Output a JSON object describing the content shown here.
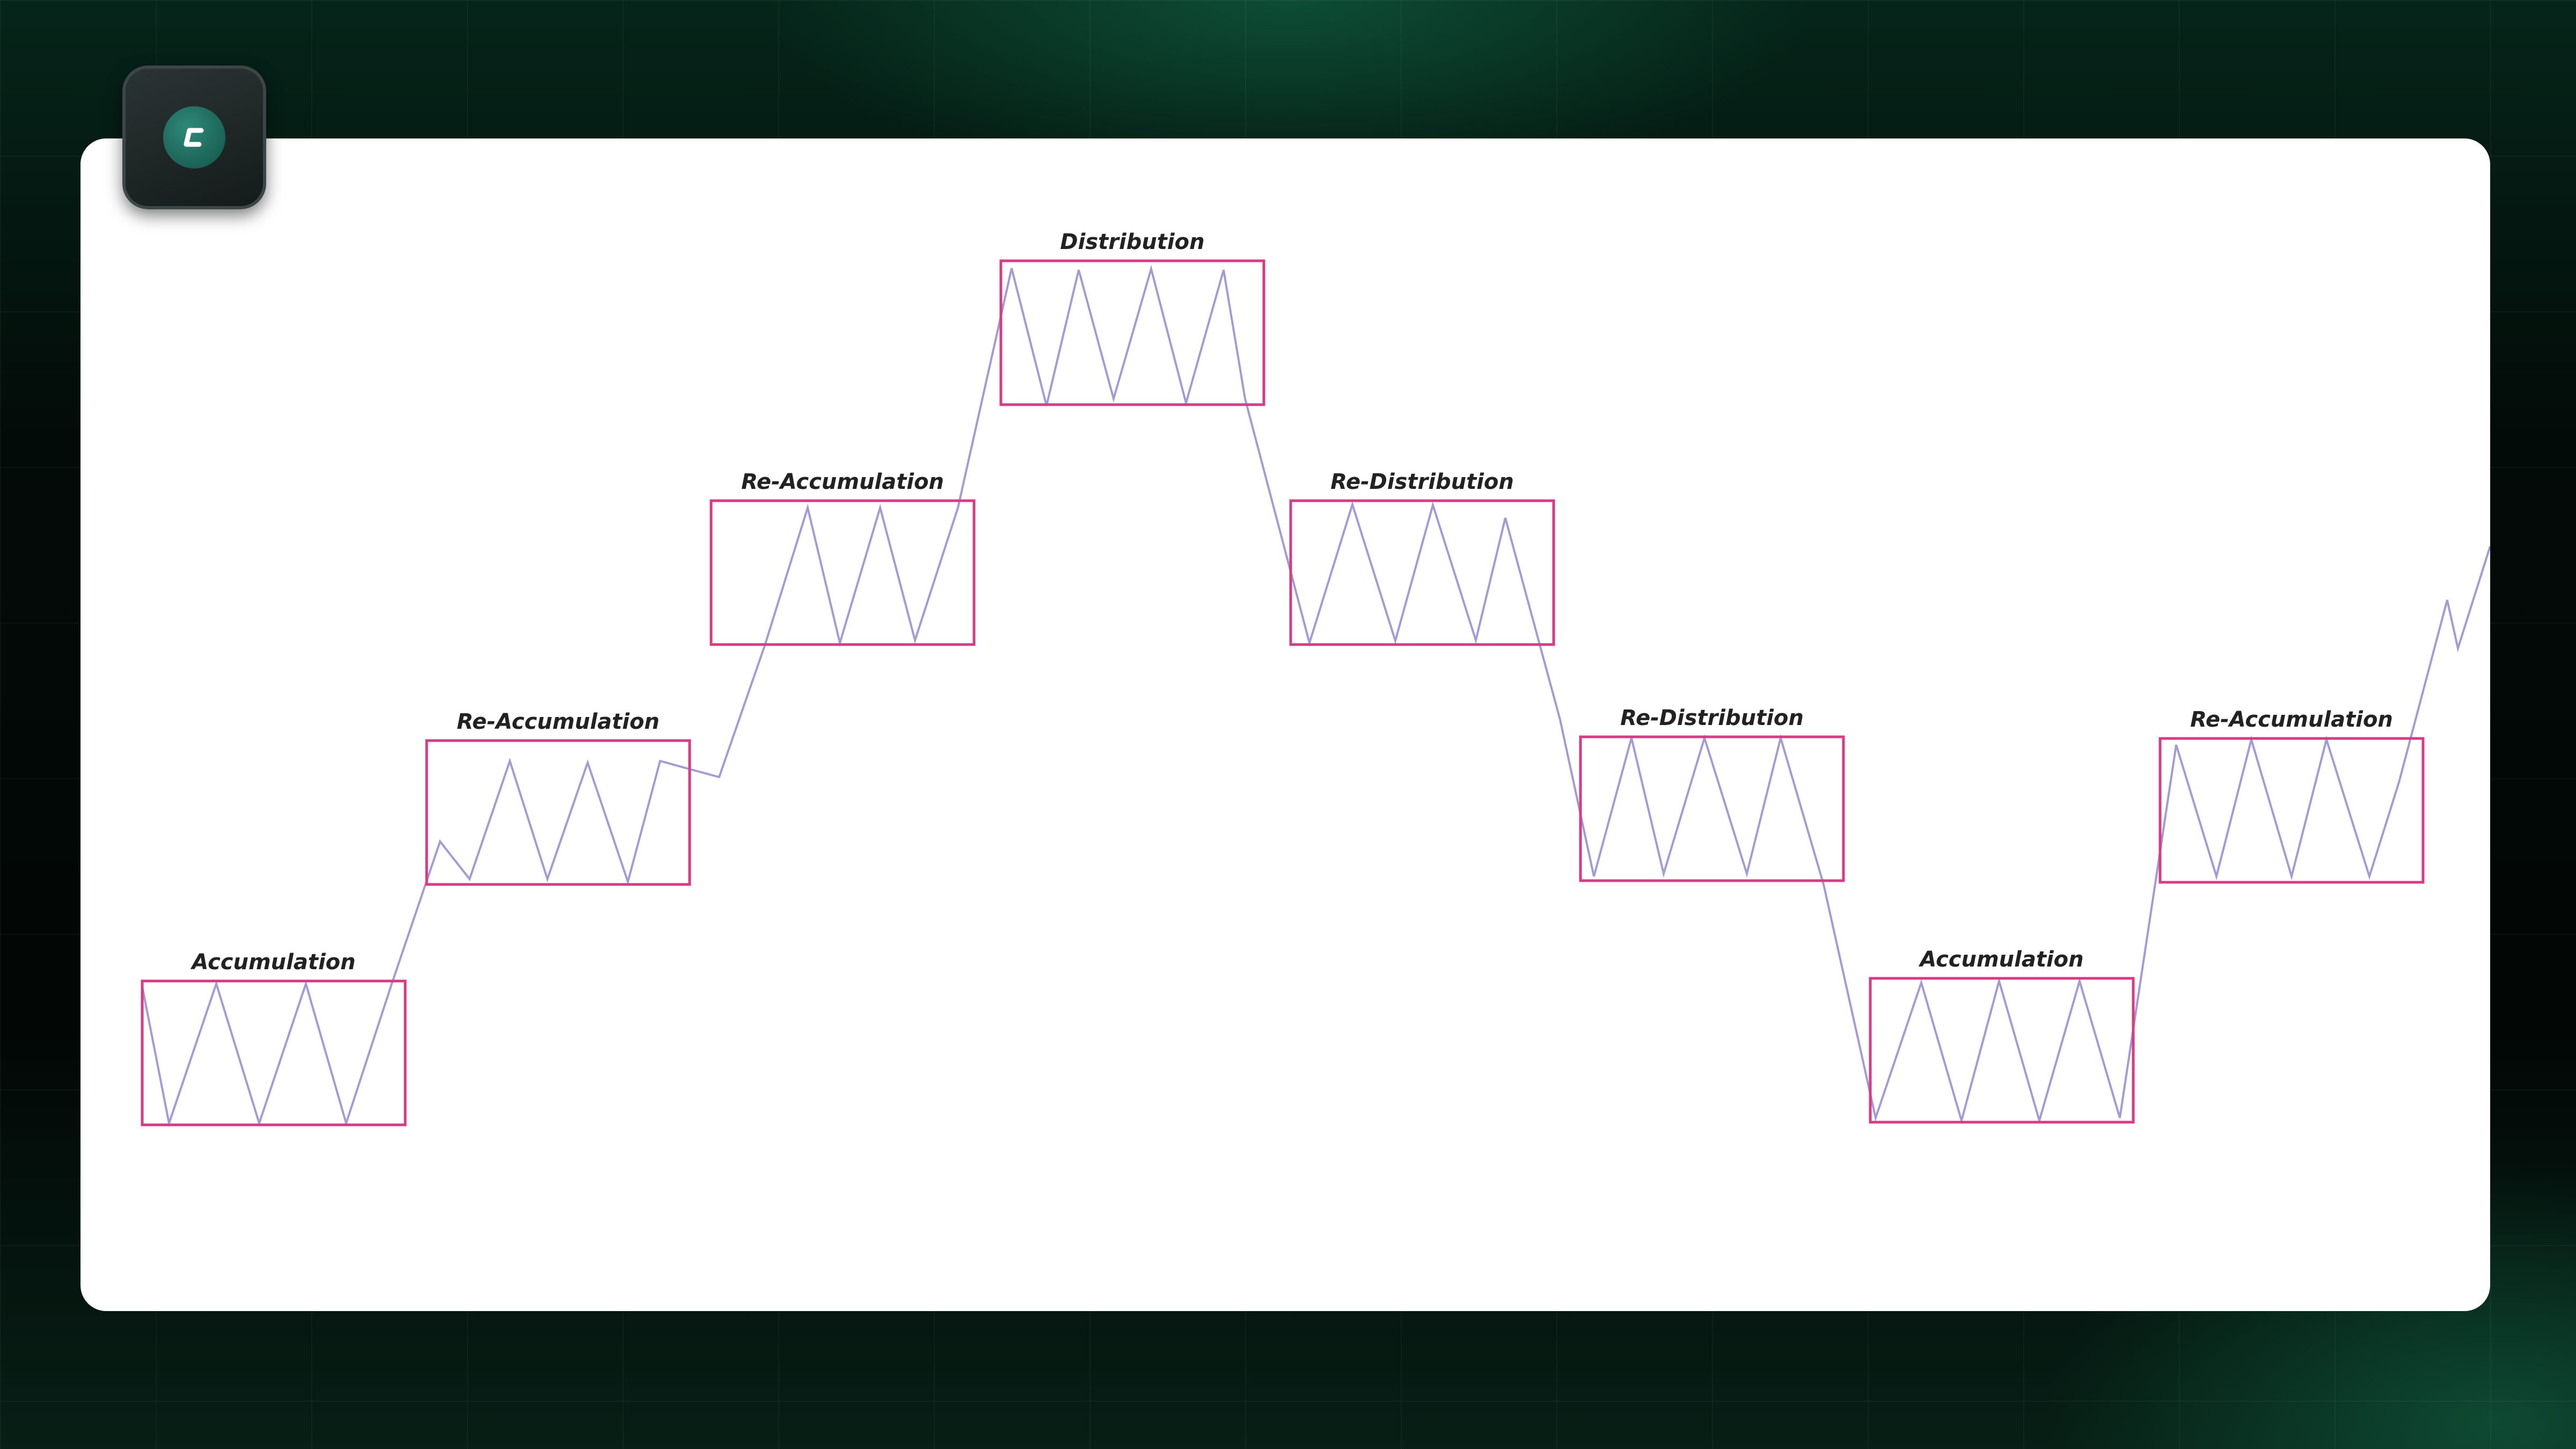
{
  "app_icon": {
    "icon": "brand-logo-icon",
    "accent": "#1e6e61"
  },
  "colors": {
    "box_stroke": "#d63c84",
    "price_line": "#a49bd6",
    "label_text": "#222222",
    "card": "#ffffff"
  },
  "diagram": {
    "phases": [
      {
        "label": "Accumulation"
      },
      {
        "label": "Re-Accumulation"
      },
      {
        "label": "Re-Accumulation"
      },
      {
        "label": "Distribution"
      },
      {
        "label": "Re-Distribution"
      },
      {
        "label": "Re-Distribution"
      },
      {
        "label": "Accumulation"
      },
      {
        "label": "Re-Accumulation"
      }
    ]
  }
}
